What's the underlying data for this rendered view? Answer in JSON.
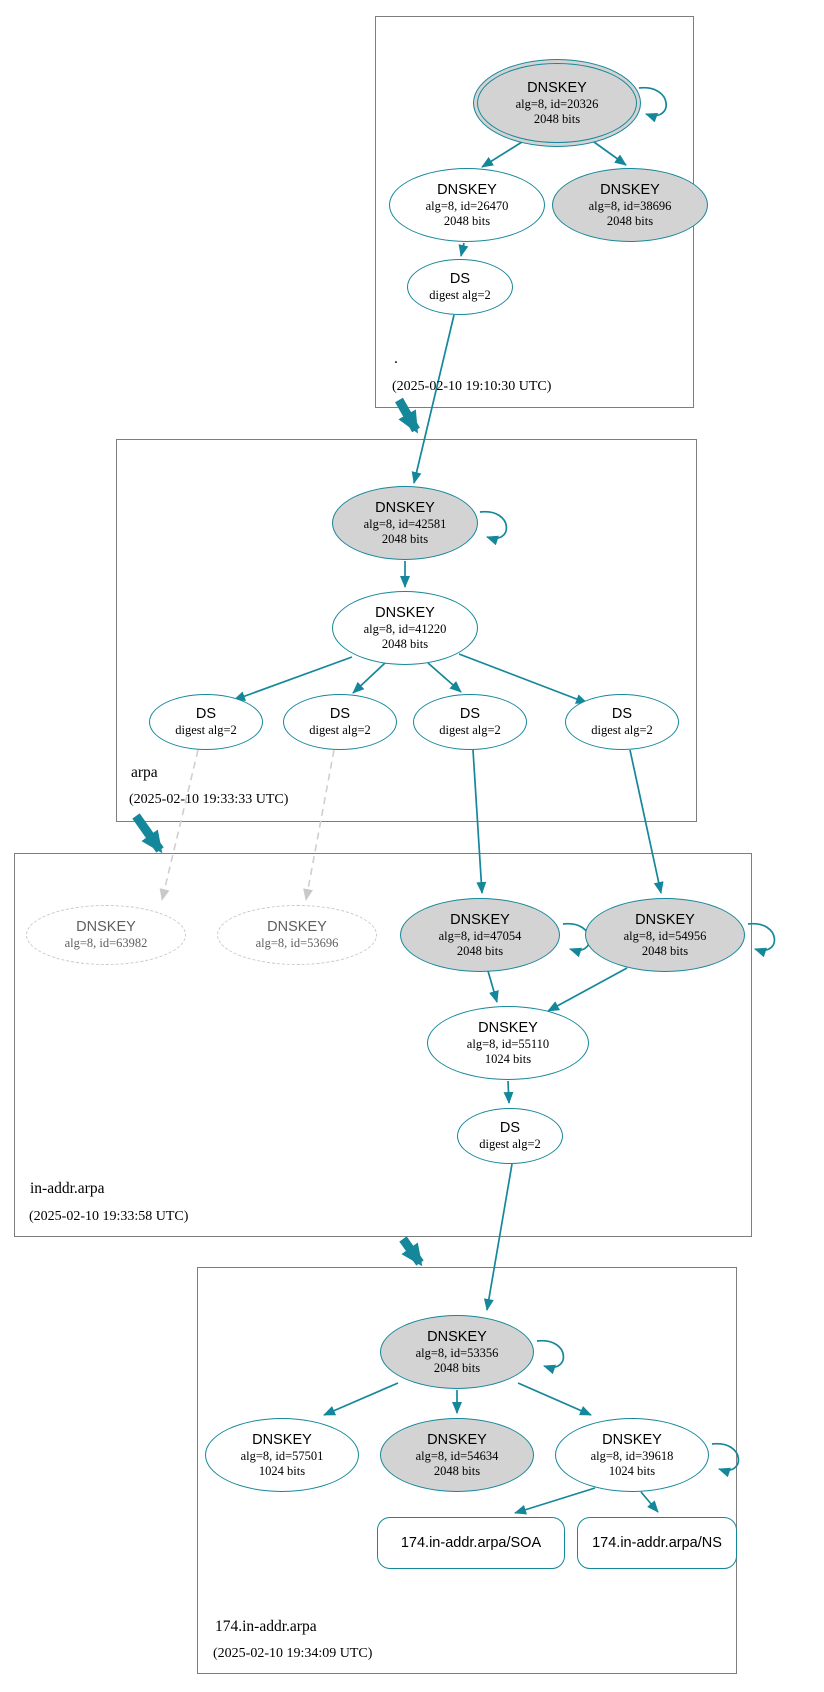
{
  "colors": {
    "accent_teal": "#15879a",
    "key_fill_gray": "#d3d3d3",
    "dashed_gray": "#c9c9c9",
    "cluster_border_gray": "#7d7d7d"
  },
  "zones": {
    "root": {
      "label": ".",
      "timestamp": "(2025-02-10 19:10:30 UTC)"
    },
    "arpa": {
      "label": "arpa",
      "timestamp": "(2025-02-10 19:33:33 UTC)"
    },
    "inaddr": {
      "label": "in-addr.arpa",
      "timestamp": "(2025-02-10 19:33:58 UTC)"
    },
    "sub": {
      "label": "174.in-addr.arpa",
      "timestamp": "(2025-02-10 19:34:09 UTC)"
    }
  },
  "nodes": {
    "root_ksk": {
      "title": "DNSKEY",
      "alg": "alg=8, id=20326",
      "bits": "2048 bits"
    },
    "root_zsk": {
      "title": "DNSKEY",
      "alg": "alg=8, id=26470",
      "bits": "2048 bits"
    },
    "root_key2": {
      "title": "DNSKEY",
      "alg": "alg=8, id=38696",
      "bits": "2048 bits"
    },
    "root_ds": {
      "title": "DS",
      "alg": "digest alg=2"
    },
    "arpa_ksk": {
      "title": "DNSKEY",
      "alg": "alg=8, id=42581",
      "bits": "2048 bits"
    },
    "arpa_zsk": {
      "title": "DNSKEY",
      "alg": "alg=8, id=41220",
      "bits": "2048 bits"
    },
    "arpa_ds": {
      "title": "DS",
      "alg": "digest alg=2"
    },
    "inaddr_missing1": {
      "title": "DNSKEY",
      "alg": "alg=8, id=63982"
    },
    "inaddr_missing2": {
      "title": "DNSKEY",
      "alg": "alg=8, id=53696"
    },
    "inaddr_ksk1": {
      "title": "DNSKEY",
      "alg": "alg=8, id=47054",
      "bits": "2048 bits"
    },
    "inaddr_ksk2": {
      "title": "DNSKEY",
      "alg": "alg=8, id=54956",
      "bits": "2048 bits"
    },
    "inaddr_zsk": {
      "title": "DNSKEY",
      "alg": "alg=8, id=55110",
      "bits": "1024 bits"
    },
    "inaddr_ds": {
      "title": "DS",
      "alg": "digest alg=2"
    },
    "sub_ksk": {
      "title": "DNSKEY",
      "alg": "alg=8, id=53356",
      "bits": "2048 bits"
    },
    "sub_key1": {
      "title": "DNSKEY",
      "alg": "alg=8, id=57501",
      "bits": "1024 bits"
    },
    "sub_key2": {
      "title": "DNSKEY",
      "alg": "alg=8, id=54634",
      "bits": "2048 bits"
    },
    "sub_zsk": {
      "title": "DNSKEY",
      "alg": "alg=8, id=39618",
      "bits": "1024 bits"
    },
    "sub_soa": {
      "label": "174.in-addr.arpa/SOA"
    },
    "sub_ns": {
      "label": "174.in-addr.arpa/NS"
    }
  }
}
